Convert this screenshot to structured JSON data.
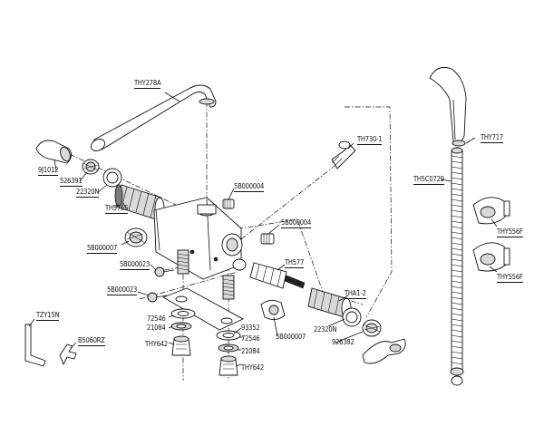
{
  "parts": [
    {
      "id": "p-thy278a",
      "code": "THY278A"
    },
    {
      "id": "p-thy717",
      "code": "THY717"
    },
    {
      "id": "p-th730-1",
      "code": "TH730-1"
    },
    {
      "id": "p-9j1012",
      "code": "9J1012"
    },
    {
      "id": "p-526391",
      "code": "526391"
    },
    {
      "id": "p-22320n-a",
      "code": "22320N"
    },
    {
      "id": "p-5b000004-a",
      "code": "5B000004"
    },
    {
      "id": "p-th5c0729",
      "code": "TH5C0729"
    },
    {
      "id": "p-th5765",
      "code": "TH5765"
    },
    {
      "id": "p-5b000004-b",
      "code": "5B000004"
    },
    {
      "id": "p-thy556f-a",
      "code": "THY556F"
    },
    {
      "id": "p-5b000007-a",
      "code": "5B000007"
    },
    {
      "id": "p-5b000023-a",
      "code": "5B000023"
    },
    {
      "id": "p-th577",
      "code": "TH577"
    },
    {
      "id": "p-thy556f-b",
      "code": "THY556F"
    },
    {
      "id": "p-5b000023-b",
      "code": "5B000023"
    },
    {
      "id": "p-tha1-2",
      "code": "THA1-2"
    },
    {
      "id": "p-tzy15n",
      "code": "TZY15N"
    },
    {
      "id": "p-72546-a",
      "code": "72546"
    },
    {
      "id": "p-21084-a",
      "code": "21084"
    },
    {
      "id": "p-93352",
      "code": "93352"
    },
    {
      "id": "p-22320n-b",
      "code": "22320N"
    },
    {
      "id": "p-5b000007-b",
      "code": "5B000007"
    },
    {
      "id": "p-72546-b",
      "code": "72546"
    },
    {
      "id": "p-926382",
      "code": "926382"
    },
    {
      "id": "p-b5060rz",
      "code": "B5060RZ"
    },
    {
      "id": "p-thy642-a",
      "code": "THY642"
    },
    {
      "id": "p-21084-b",
      "code": "21084"
    },
    {
      "id": "p-thy642-b",
      "code": "THY642"
    }
  ]
}
